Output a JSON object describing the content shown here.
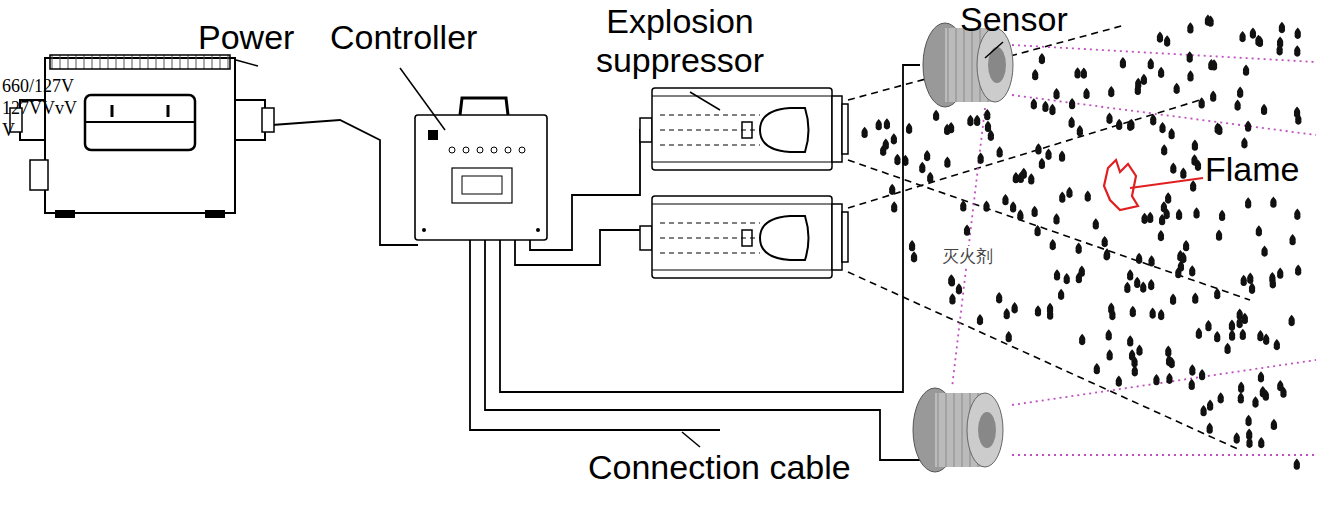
{
  "diagram": {
    "labels": [
      "Power",
      "Controller",
      "Explosion suppressor",
      "Sensor",
      "Flame",
      "Connection cable",
      "660/127V",
      "127VVvV",
      "V",
      "灭火剂"
    ]
  }
}
